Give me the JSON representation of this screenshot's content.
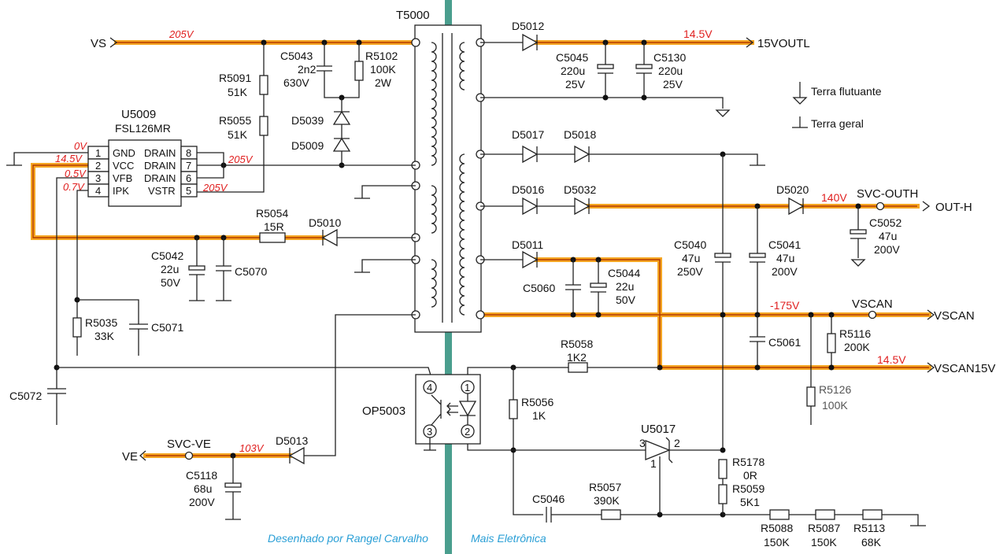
{
  "transformer": {
    "ref": "T5000"
  },
  "ic": {
    "ref": "U5009",
    "part": "FSL126MR",
    "pins_left": [
      {
        "num": "1",
        "name": "GND"
      },
      {
        "num": "2",
        "name": "VCC"
      },
      {
        "num": "3",
        "name": "VFB"
      },
      {
        "num": "4",
        "name": "IPK"
      }
    ],
    "pins_right": [
      {
        "num": "8",
        "name": "DRAIN"
      },
      {
        "num": "7",
        "name": "DRAIN"
      },
      {
        "num": "6",
        "name": "DRAIN"
      },
      {
        "num": "5",
        "name": "VSTR"
      }
    ],
    "v_left": [
      "0V",
      "14.5V",
      "0.5V",
      "0.7V"
    ],
    "v_right": [
      "205V",
      "205V"
    ]
  },
  "nets": {
    "vs": "VS",
    "vs_v": "205V",
    "v15": "15VOUTL",
    "v15_v": "14.5V",
    "outh_node": "SVC-OUTH",
    "outh": "OUT-H",
    "outh_v": "140V",
    "vscan_node": "VSCAN",
    "vscan": "VSCAN",
    "vscan_v": "-175V",
    "vscan15": "VSCAN15V",
    "vscan15_v": "14.5V",
    "ve_node": "SVC-VE",
    "ve": "VE",
    "ve_v": "103V"
  },
  "legend": {
    "floating": "Terra flutuante",
    "general": "Terra geral"
  },
  "parts": {
    "c5043": [
      "C5043",
      "2n2",
      "630V"
    ],
    "r5102": [
      "R5102",
      "100K",
      "2W"
    ],
    "r5091": [
      "R5091",
      "51K"
    ],
    "r5055": [
      "R5055",
      "51K"
    ],
    "d5039": "D5039",
    "d5009": "D5009",
    "r5054": [
      "R5054",
      "15R"
    ],
    "d5010": "D5010",
    "c5042": [
      "C5042",
      "22u",
      "50V"
    ],
    "c5070": "C5070",
    "r5035": [
      "R5035",
      "33K"
    ],
    "c5071": "C5071",
    "c5072": "C5072",
    "d5012": "D5012",
    "c5045": [
      "C5045",
      "220u",
      "25V"
    ],
    "c5130": [
      "C5130",
      "220u",
      "25V"
    ],
    "d5017": "D5017",
    "d5018": "D5018",
    "d5016": "D5016",
    "d5032": "D5032",
    "d5020": "D5020",
    "c5052": [
      "C5052",
      "47u",
      "200V"
    ],
    "d5011": "D5011",
    "c5060": "C5060",
    "c5044": [
      "C5044",
      "22u",
      "50V"
    ],
    "c5040": [
      "C5040",
      "47u",
      "250V"
    ],
    "c5041": [
      "C5041",
      "47u",
      "200V"
    ],
    "c5061": "C5061",
    "r5116": [
      "R5116",
      "200K"
    ],
    "r5126": [
      "R5126",
      "100K"
    ],
    "r5058": [
      "R5058",
      "1K2"
    ],
    "r5056": [
      "R5056",
      "1K"
    ],
    "op5003": "OP5003",
    "op_pins": [
      "4",
      "1",
      "3",
      "2"
    ],
    "u5017": "U5017",
    "u5017_pins": [
      "3",
      "2",
      "1"
    ],
    "r5178": [
      "R5178",
      "0R"
    ],
    "r5059": [
      "R5059",
      "5K1"
    ],
    "c5046": "C5046",
    "r5057": [
      "R5057",
      "390K"
    ],
    "r5088": [
      "R5088",
      "150K"
    ],
    "r5087": [
      "R5087",
      "150K"
    ],
    "r5113": [
      "R5113",
      "68K"
    ],
    "d5013": "D5013",
    "c5118": [
      "C5118",
      "68u",
      "200V"
    ]
  },
  "credits": {
    "left": "Desenhado por Rangel Carvalho",
    "right": "Mais Eletrônica"
  },
  "colors": {
    "highlight": "#f5a623",
    "divider": "#4a9e8e",
    "voltage": "#e02020",
    "credit": "#2a9fd6"
  }
}
